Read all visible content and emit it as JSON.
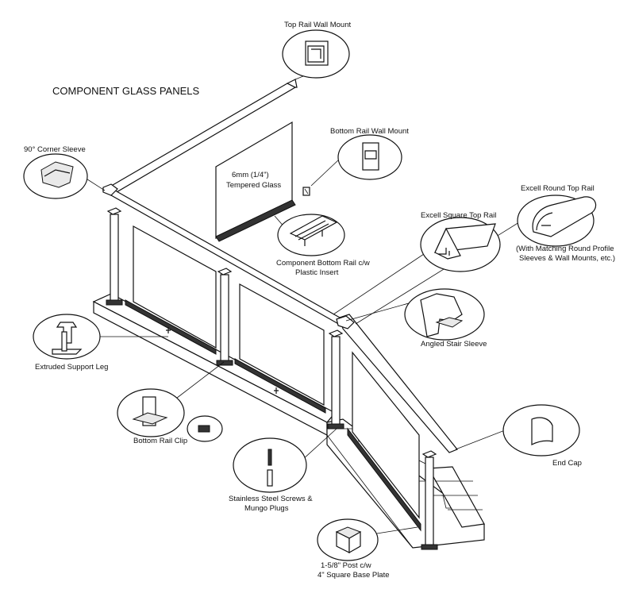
{
  "title": "COMPONENT GLASS PANELS",
  "callouts": {
    "top_rail_wall_mount": "Top Rail Wall Mount",
    "corner_sleeve": "90° Corner Sleeve",
    "bottom_rail_wall_mount": "Bottom Rail Wall Mount",
    "glass_line1": "6mm  (1/4\")",
    "glass_line2": "Tempered Glass",
    "bottom_rail_line1": "Component Bottom Rail c/w",
    "bottom_rail_line2": "Plastic Insert",
    "round_top_rail": "Excell Round Top Rail",
    "square_top_rail": "Excell Square Top Rail",
    "round_profile_line1": "(With Matching Round Profile",
    "round_profile_line2": "Sleeves & Wall Mounts, etc.)",
    "angled_stair_sleeve": "Angled Stair Sleeve",
    "support_leg": "Extruded Support Leg",
    "bottom_rail_clip": "Bottom Rail Clip",
    "end_cap": "End Cap",
    "screws_line1": "Stainless Steel Screws &",
    "screws_line2": "Mungo Plugs",
    "post_line1": "1-5/8\" Post c/w",
    "post_line2": "4\" Square Base Plate"
  }
}
